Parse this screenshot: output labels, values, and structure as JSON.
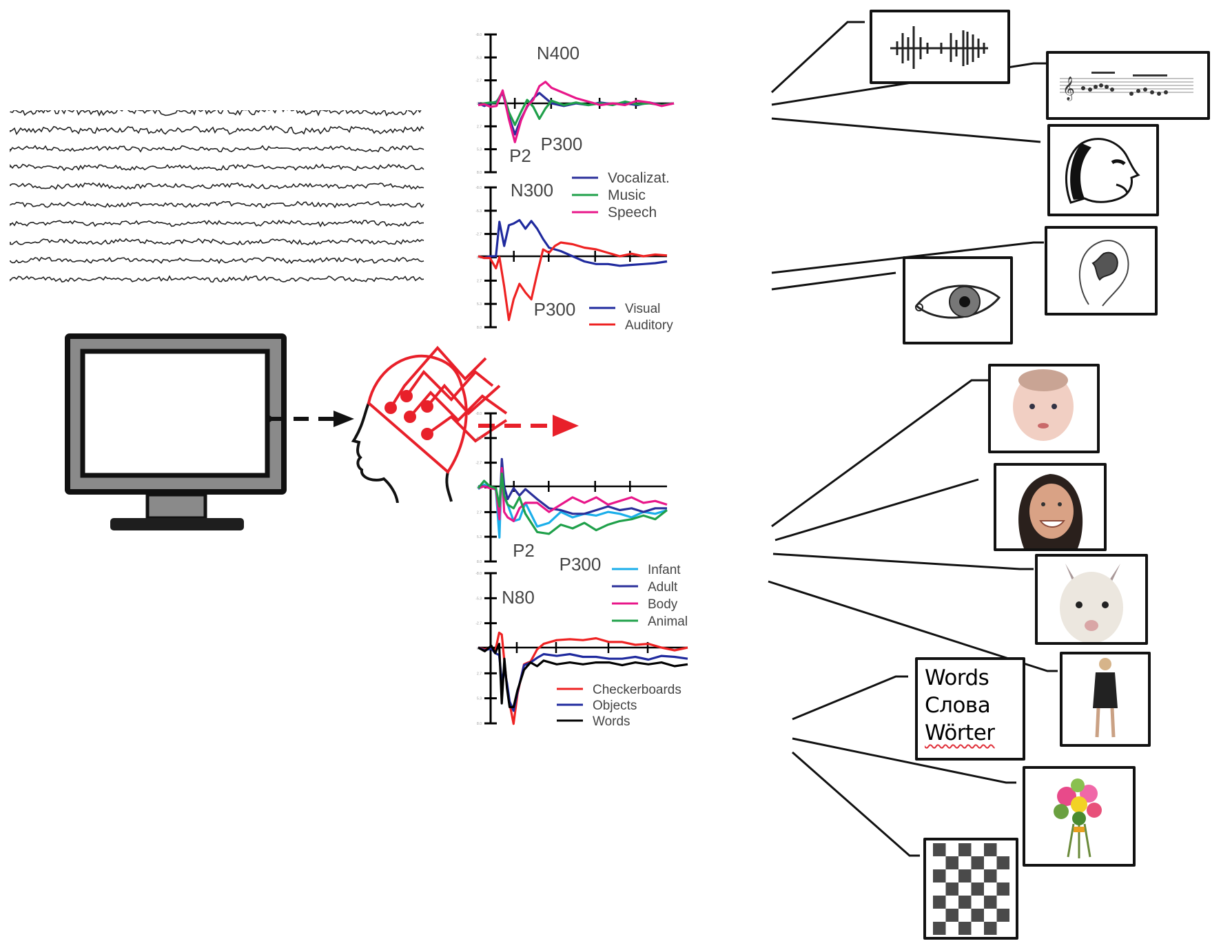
{
  "figure": {
    "title": "EEG ERP paradigm: stimuli, recording, and ERP components by stimulus category",
    "pipeline": {
      "monitor_icon": "monitor-icon",
      "head_icon": "eeg-cap-head-icon",
      "arrow_to_head": "dashed-arrow-black",
      "arrow_to_erp": "dashed-arrow-red",
      "eeg_trace_count": 10
    },
    "colors": {
      "cap": "#e8202a",
      "axis": "#000000",
      "vocalization": "#2a2f9a",
      "music": "#1fa04a",
      "speech": "#e8178a",
      "visual": "#1f2a9e",
      "auditory": "#ee2222",
      "infant": "#1aaeea",
      "adult": "#2a2f9a",
      "body": "#e8178a",
      "animal": "#1fa04a",
      "checkerboards": "#ee2222",
      "objects": "#1f2a9e",
      "words": "#000000",
      "squiggle": "#e0303a"
    },
    "stimuli": [
      {
        "id": "speech-waveform",
        "label": "speech waveform"
      },
      {
        "id": "music-score",
        "label": "musical score"
      },
      {
        "id": "vocalizing-face",
        "label": "vocalizing face drawing"
      },
      {
        "id": "eye",
        "label": "eye drawing"
      },
      {
        "id": "ear",
        "label": "ear drawing"
      },
      {
        "id": "infant-face",
        "label": "infant face photo"
      },
      {
        "id": "adult-face",
        "label": "adult face photo"
      },
      {
        "id": "animal",
        "label": "alpaca photo"
      },
      {
        "id": "body",
        "label": "full body photo"
      },
      {
        "id": "words",
        "lines": [
          "Words",
          "Слова",
          "Wörter"
        ]
      },
      {
        "id": "object",
        "label": "flower bouquet photo"
      },
      {
        "id": "checkerboard",
        "label": "checkerboard pattern"
      }
    ]
  },
  "chart_data": [
    {
      "type": "line",
      "title": "",
      "xlabel": "",
      "ylabel": "",
      "y_inverted": true,
      "ylim": [
        -8,
        8
      ],
      "xlim": [
        -0.1,
        1.5
      ],
      "annotations": [
        {
          "text": "N400",
          "x": 0.4,
          "y": -2.5
        },
        {
          "text": "P2",
          "x": 0.12,
          "y": 3.8
        },
        {
          "text": "P300",
          "x": 0.3,
          "y": 2.2
        }
      ],
      "legend": {
        "position": "bottom-right",
        "entries": [
          "Vocalizat.",
          "Music",
          "Speech"
        ]
      },
      "x": [
        -0.1,
        -0.05,
        0,
        0.05,
        0.1,
        0.15,
        0.2,
        0.25,
        0.3,
        0.35,
        0.4,
        0.45,
        0.5,
        0.6,
        0.7,
        0.8,
        0.9,
        1.0,
        1.1,
        1.2,
        1.3,
        1.4,
        1.5
      ],
      "series": [
        {
          "name": "Vocalizat.",
          "color_key": "vocalization",
          "values": [
            0,
            0.3,
            0,
            -0.2,
            -1.2,
            1.5,
            3.6,
            1.8,
            0.4,
            -0.6,
            -1.2,
            -0.6,
            0,
            0.3,
            0,
            0.2,
            -0.1,
            0.1,
            0,
            0.2,
            -0.1,
            0.2,
            0
          ]
        },
        {
          "name": "Music",
          "color_key": "music",
          "values": [
            0.2,
            0,
            -0.1,
            -0.1,
            -1.4,
            1.0,
            2.5,
            1.0,
            -0.4,
            0.4,
            1.8,
            0.6,
            -0.3,
            0.2,
            -0.1,
            0.2,
            0,
            0.2,
            -0.2,
            0.1,
            0,
            0.2,
            0
          ]
        },
        {
          "name": "Speech",
          "color_key": "speech",
          "values": [
            0.2,
            0.1,
            0.4,
            0.3,
            -1.5,
            1.8,
            4.5,
            2.0,
            0.3,
            -0.4,
            -2.0,
            -2.5,
            -1.8,
            -1.2,
            -0.6,
            -0.2,
            0.2,
            0,
            0.2,
            -0.3,
            -0.1,
            0.3,
            0
          ]
        }
      ]
    },
    {
      "type": "line",
      "title": "",
      "y_inverted": true,
      "ylim": [
        -8,
        8
      ],
      "xlim": [
        -0.1,
        1.5
      ],
      "annotations": [
        {
          "text": "N300",
          "x": 0.32,
          "y": -4.2
        },
        {
          "text": "P300",
          "x": 0.38,
          "y": 4.5
        }
      ],
      "legend": {
        "position": "bottom-right",
        "entries": [
          "Visual",
          "Auditory"
        ]
      },
      "x": [
        -0.1,
        -0.05,
        0,
        0.05,
        0.08,
        0.12,
        0.16,
        0.2,
        0.25,
        0.3,
        0.35,
        0.4,
        0.45,
        0.5,
        0.55,
        0.6,
        0.7,
        0.8,
        0.9,
        1.0,
        1.1,
        1.2,
        1.3,
        1.4,
        1.5
      ],
      "series": [
        {
          "name": "Visual",
          "color_key": "visual",
          "values": [
            0,
            0.2,
            0,
            0,
            -4,
            -1.2,
            -3.6,
            -3.8,
            -4.2,
            -3.2,
            -4.1,
            -3.2,
            -2.0,
            -1.0,
            -0.8,
            -0.6,
            0,
            0.6,
            0.9,
            0.9,
            1.1,
            1.0,
            0.9,
            0.8,
            0.6
          ]
        },
        {
          "name": "Auditory",
          "color_key": "auditory",
          "values": [
            0,
            0.2,
            0.2,
            1.4,
            0.1,
            3.5,
            7.4,
            5.0,
            3.2,
            4.2,
            5.0,
            2.0,
            -0.8,
            -0.4,
            -1.2,
            -1.6,
            -1.4,
            -1.0,
            -0.8,
            -0.4,
            0,
            -0.3,
            0,
            -0.2,
            -0.1
          ]
        }
      ]
    },
    {
      "type": "line",
      "title": "",
      "y_inverted": true,
      "ylim": [
        -8,
        8
      ],
      "xlim": [
        -0.1,
        1.5
      ],
      "annotations": [
        {
          "text": "P2",
          "x": 0.1,
          "y": 3.6
        },
        {
          "text": "P300",
          "x": 0.4,
          "y": 5.4
        }
      ],
      "legend": {
        "position": "bottom-right",
        "entries": [
          "Infant",
          "Adult",
          "Body",
          "Animal"
        ]
      },
      "x": [
        -0.1,
        -0.05,
        0,
        0.05,
        0.08,
        0.1,
        0.12,
        0.15,
        0.2,
        0.25,
        0.3,
        0.4,
        0.5,
        0.6,
        0.7,
        0.8,
        0.9,
        1.0,
        1.1,
        1.2,
        1.3,
        1.4,
        1.5
      ],
      "series": [
        {
          "name": "Infant",
          "color_key": "infant",
          "values": [
            0.3,
            -0.2,
            0,
            0.4,
            5.6,
            -2.3,
            1.2,
            2.0,
            3.8,
            3.6,
            1.8,
            4.4,
            4.0,
            2.8,
            3.4,
            3.0,
            3.2,
            2.8,
            3.0,
            3.4,
            2.8,
            3.0,
            2.6
          ]
        },
        {
          "name": "Adult",
          "color_key": "adult",
          "values": [
            0,
            0,
            0.1,
            0.2,
            3.0,
            -3.0,
            0,
            1.4,
            0.2,
            1.0,
            0.3,
            1.4,
            2.4,
            2.6,
            3.0,
            3.0,
            2.6,
            2.2,
            2.6,
            2.4,
            2.8,
            2.4,
            2.4
          ]
        },
        {
          "name": "Body",
          "color_key": "body",
          "values": [
            0.2,
            0,
            0.2,
            0.3,
            3.6,
            -2.0,
            2.8,
            3.4,
            3.8,
            2.4,
            1.8,
            1.8,
            2.8,
            2.0,
            1.2,
            1.8,
            1.2,
            2.0,
            1.6,
            1.2,
            1.8,
            1.6,
            2.0
          ]
        },
        {
          "name": "Animal",
          "color_key": "animal",
          "values": [
            0.2,
            -0.6,
            0,
            0.2,
            2.2,
            -1.4,
            1.0,
            2.0,
            2.4,
            1.2,
            3.0,
            5.0,
            5.2,
            4.2,
            4.6,
            4.0,
            4.8,
            4.2,
            3.8,
            3.6,
            3.2,
            3.6,
            2.6
          ]
        }
      ]
    },
    {
      "type": "line",
      "title": "",
      "y_inverted": true,
      "ylim": [
        -8,
        8
      ],
      "xlim": [
        -0.1,
        1.5
      ],
      "annotations": [
        {
          "text": "N80",
          "x": 0.05,
          "y": -3.6
        }
      ],
      "legend": {
        "position": "bottom-right",
        "entries": [
          "Checkerboards",
          "Objects",
          "Words"
        ]
      },
      "x": [
        -0.1,
        -0.05,
        0,
        0.03,
        0.06,
        0.08,
        0.1,
        0.12,
        0.14,
        0.17,
        0.2,
        0.25,
        0.3,
        0.35,
        0.4,
        0.5,
        0.6,
        0.7,
        0.8,
        0.9,
        1.0,
        1.1,
        1.2,
        1.3,
        1.4,
        1.5
      ],
      "series": [
        {
          "name": "Checkerboards",
          "color_key": "checkerboards",
          "values": [
            0,
            0.2,
            0,
            0.4,
            -1.6,
            -1.4,
            1.5,
            4.2,
            6.0,
            8.2,
            5.0,
            1.8,
            1.5,
            0.2,
            -0.4,
            -0.8,
            -0.9,
            -0.8,
            -1.0,
            -0.6,
            -0.6,
            -0.3,
            -0.4,
            0,
            0.3,
            0
          ]
        },
        {
          "name": "Objects",
          "color_key": "objects",
          "values": [
            0,
            0.3,
            0.1,
            0.6,
            0.8,
            3.6,
            2.4,
            3.8,
            5.8,
            6.8,
            4.8,
            1.9,
            1.6,
            1.1,
            0.7,
            0.9,
            0.7,
            1.0,
            1.0,
            1.2,
            1.2,
            1.0,
            1.3,
            0.9,
            1.0,
            1.2
          ]
        },
        {
          "name": "Words",
          "color_key": "words",
          "values": [
            0,
            0.4,
            -0.2,
            0.6,
            -0.4,
            6.0,
            1.2,
            4.4,
            6.4,
            6.4,
            4.6,
            2.4,
            1.6,
            2.0,
            1.4,
            1.8,
            1.6,
            1.8,
            1.6,
            1.6,
            1.9,
            1.6,
            1.8,
            1.6,
            2.0,
            1.8
          ]
        }
      ]
    }
  ]
}
